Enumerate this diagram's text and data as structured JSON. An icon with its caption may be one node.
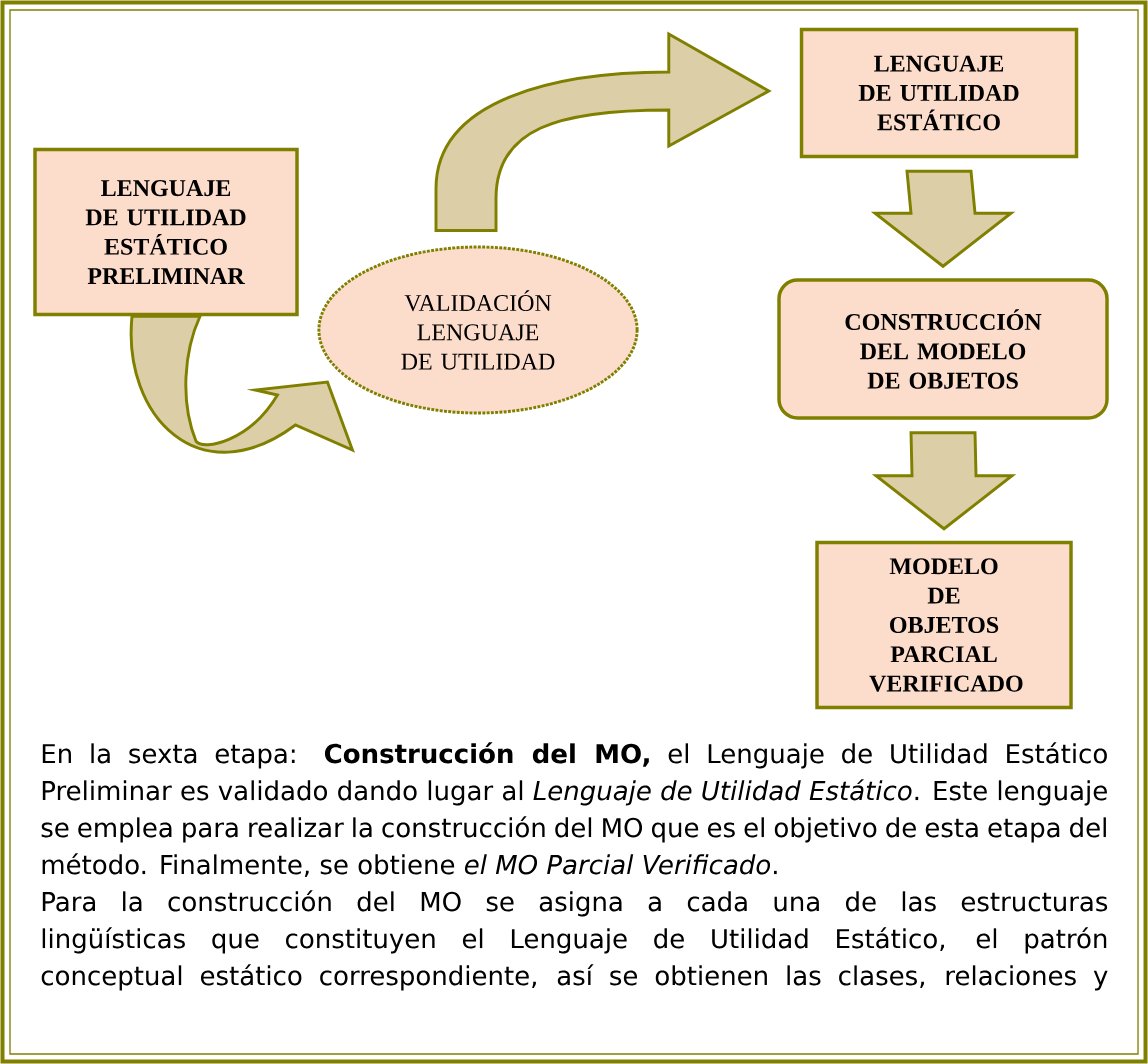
{
  "diagram": {
    "nodes": [
      {
        "text": [
          "LENGUAJE DE UTILIDAD ESTÁTICO PRELIMINAR"
        ]
      },
      {
        "text": [
          "VALIDACIÓN LENGUAJE DE UTILIDAD"
        ]
      },
      {
        "text": [
          "LENGUAJE DE UTILIDAD ESTÁTICO"
        ]
      },
      {
        "text": [
          "CONSTRUCCIÓN DEL MODELO DE OBJETOS"
        ]
      },
      {
        "text": [
          "MODELO DE OBJETOS PARCIAL VERIFICADO"
        ]
      }
    ],
    "edges": [
      {
        "from": 0,
        "to": 1,
        "arrow": "to"
      },
      {
        "from": 1,
        "to": 2,
        "arrow": "to"
      },
      {
        "from": 2,
        "to": 3,
        "arrow": "to"
      },
      {
        "from": 3,
        "to": 4,
        "arrow": "to"
      }
    ],
    "labels": [
      "En la sexta etapa: **Construcción del MO,** el Lenguaje de Utilidad Estático Preliminar es validado dando lugar al *Lenguaje de Utilidad Estático*. Este lenguaje se emplea para realizar la construcción del MO que es el objetivo de esta etapa del método. Finalmente, se obtiene *el MO Parcial Verificado*.",
      "Para la construcción del MO se asigna a cada una de las estructuras lingüísticas que constituyen el Lenguaje de Utilidad Estático, el patrón conceptual estático correspondiente, así se obtienen las clases, relaciones y"
    ]
  }
}
